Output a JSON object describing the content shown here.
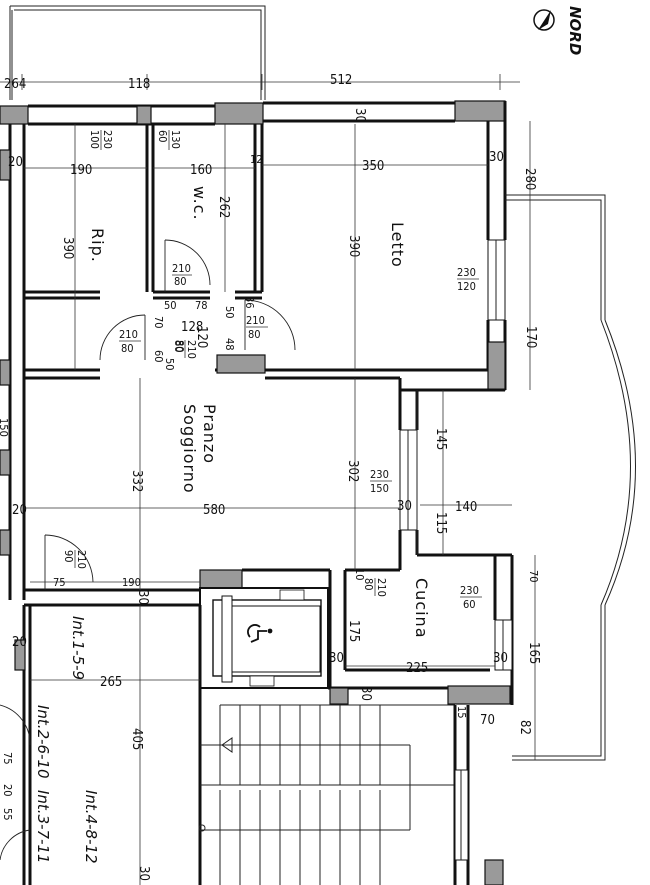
{
  "north_label": "NORD",
  "rooms": {
    "letto": "Letto",
    "rip": "Rip.",
    "wc": "w.c.",
    "pranzo": "Pranzo",
    "soggiorno": "Soggiorno",
    "cucina": "Cucina"
  },
  "stair_labels": {
    "int_1": "Int.1-5-9",
    "int_2": "Int.2-6-10",
    "int_3": "Int.3-7-11",
    "int_4": "Int.4-8-12"
  },
  "dims": {
    "d264": "264",
    "d118": "118",
    "d512": "512",
    "d30a": "30",
    "d30b": "30",
    "d30c": "30",
    "d30d": "30",
    "d30e": "30",
    "d30f": "30",
    "d30g": "30",
    "d30h": "30",
    "d20a": "20",
    "d20b": "20",
    "d20c": "20",
    "d12": "12",
    "d190": "190",
    "d160": "160",
    "d350": "350",
    "d280": "280",
    "d262": "262",
    "d390a": "390",
    "d390b": "390",
    "d170": "170",
    "d50a": "50",
    "d78": "78",
    "d36": "36",
    "d128": "128",
    "d120": "120",
    "d70a": "70",
    "d60": "60",
    "d80": "80",
    "d50b": "50",
    "d50c": "50",
    "d48": "48",
    "d145": "145",
    "d332": "332",
    "d302": "302",
    "d580": "580",
    "d140": "140",
    "d115": "115",
    "d75": "75",
    "d190b": "190",
    "d10": "10",
    "d70b": "70",
    "d175": "175",
    "d225": "225",
    "d165": "165",
    "d265": "265",
    "d405": "405",
    "d70c": "70",
    "d82": "82",
    "d15": "15",
    "d75b": "75",
    "d20d": "20",
    "d55": "55",
    "d150": "150"
  },
  "openings": {
    "o1": [
      "230",
      "100"
    ],
    "o2": [
      "130",
      "60"
    ],
    "o3": [
      "210",
      "80"
    ],
    "o4": [
      "230",
      "120"
    ],
    "o5": [
      "210",
      "80"
    ],
    "o6": [
      "210",
      "80"
    ],
    "o7": [
      "210",
      "80"
    ],
    "o8": [
      "230",
      "150"
    ],
    "o9": [
      "210",
      "90"
    ],
    "o10": [
      "210",
      "80"
    ],
    "o11": [
      "230",
      "60"
    ]
  }
}
